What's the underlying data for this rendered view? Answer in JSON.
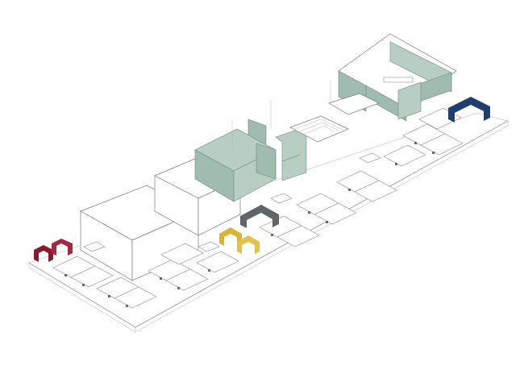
{
  "diagram": {
    "type": "isometric-office-floorplan",
    "colors": {
      "background": "#ffffff",
      "linework": "#8a8a8a",
      "glass_partitions": "#b8cec2",
      "pod_maroon": "#8b1a2e",
      "pod_yellow": "#d8b43a",
      "pod_gray": "#5f6668",
      "pod_blue": "#1f3f6e"
    },
    "highlighted_pods": [
      {
        "name": "maroon-pod",
        "color": "#8b1a2e"
      },
      {
        "name": "yellow-pod",
        "color": "#d8b43a"
      },
      {
        "name": "gray-pod",
        "color": "#5f6668"
      },
      {
        "name": "blue-pod",
        "color": "#1f3f6e"
      }
    ]
  }
}
